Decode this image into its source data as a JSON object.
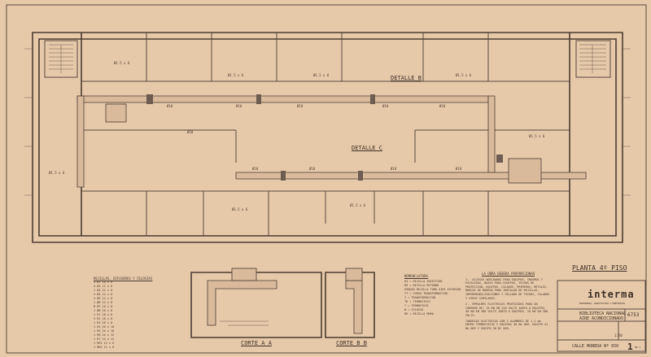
{
  "drawing": {
    "title": "PLANTA 4º PISO",
    "details": [
      "DETALLE B",
      "DETALLE C"
    ],
    "sections": [
      "CORTE A A",
      "CORTE B B"
    ],
    "room_labels": [
      "Ø1.5 x 6",
      "Ø1.5 x 6",
      "Ø1.5 x 6",
      "Ø1.5 x 6",
      "Ø1.5 x 6",
      "Ø1.5 x 6",
      "Ø1.5 x 6",
      "Ø1.5 x 6"
    ],
    "duct_labels": [
      "Ø18",
      "Ø18",
      "Ø18",
      "Ø18",
      "Ø18",
      "Ø18",
      "Ø18",
      "Ø18",
      "Ø18",
      "Ø18"
    ]
  },
  "legend": {
    "title": "REJILLAS, DIFUSORES Y CELOSIAS",
    "rows": [
      "4  Ø1  10 x 6",
      "4  Ø2  12 x 6",
      "1  Ø3  12 x 6",
      "4  Ø4  12 x 6",
      "3  Ø5  14 x 6",
      "1  Ø6  14 x 8",
      "8  Ø7  16 x 8",
      "1  Ø8  16 x 8",
      "1  R1  18 x 6",
      "3  R2  18 x 8",
      "1  R3  20 x 8",
      "1  R4  20 x 10",
      "1  R5  24 x 10",
      "1  R6  24 x 12",
      "1  R7  24 x 12",
      "1  RR1 12 x 6",
      "1  RR2 12 x 8"
    ]
  },
  "nomenclature": {
    "title": "NOMENCLATURA",
    "items": [
      "RI = REJILLA INYECCION",
      "RR = REJILLA RETORNO",
      "ESBOZO REJILLA TOMA AIRE EXTERIOR",
      "TT = CURVA TRANSFORMACION",
      "T = TRANSFORMACION",
      "TR = TERMOSTATO",
      "T = TERMOSTATO",
      "Ø = CELOSIA",
      "RR = REJILLA MURO"
    ]
  },
  "notes": {
    "title": "LA OBRA DEBERA PROPORCIONAR",
    "items": [
      "1.- ACCESOS ADECUADOS PARA EQUIPOS, INSUMOS Y ESCALERAS, BASES PARA EQUIPOS, TECHOS DE PROTECCION, EQUIPOS, CALADOS, PRIMEROS, METALES, MARCOS DE MADERA PARA INSTALAR DE REJILLAS, IMPERMEABILIZACIONES Y SELLADO DE TECHOS, CALADOS Y OTROS SIMILARES.",
      "2.- EMPALMES ELECTRICOS PROTEGIDOS PARA UN CONSUMO DE: 15 KW EN 220 VOLTS JUNTO A EQUIPOS, 40 KW EN 380 VOLTS JUNTO A EQUIPOS, 20 KW EN 380 VOLTS.",
      "TUBERIAS ELECTRICAS CON 3 ALAMBRES DE 1.2 mm ENTRE TERMOSTATOS Y EQUIPOS 40 BA 009, EQUIPO 41 BA 009 Y EQUIPO 38 BC 009."
    ]
  },
  "title_block": {
    "company": "interma",
    "company_sub": "INGENIERIA, ARQUITECTURA Y MANTENCION",
    "client": "BIBLIOTECA NACIONAL",
    "project": "AIRE ACONDICIONADO",
    "scale": "1:50",
    "plan_number": "6753",
    "sheet": "1",
    "sheet_of": "DE 1",
    "address": "CALLE MONEDA Nº 650"
  }
}
